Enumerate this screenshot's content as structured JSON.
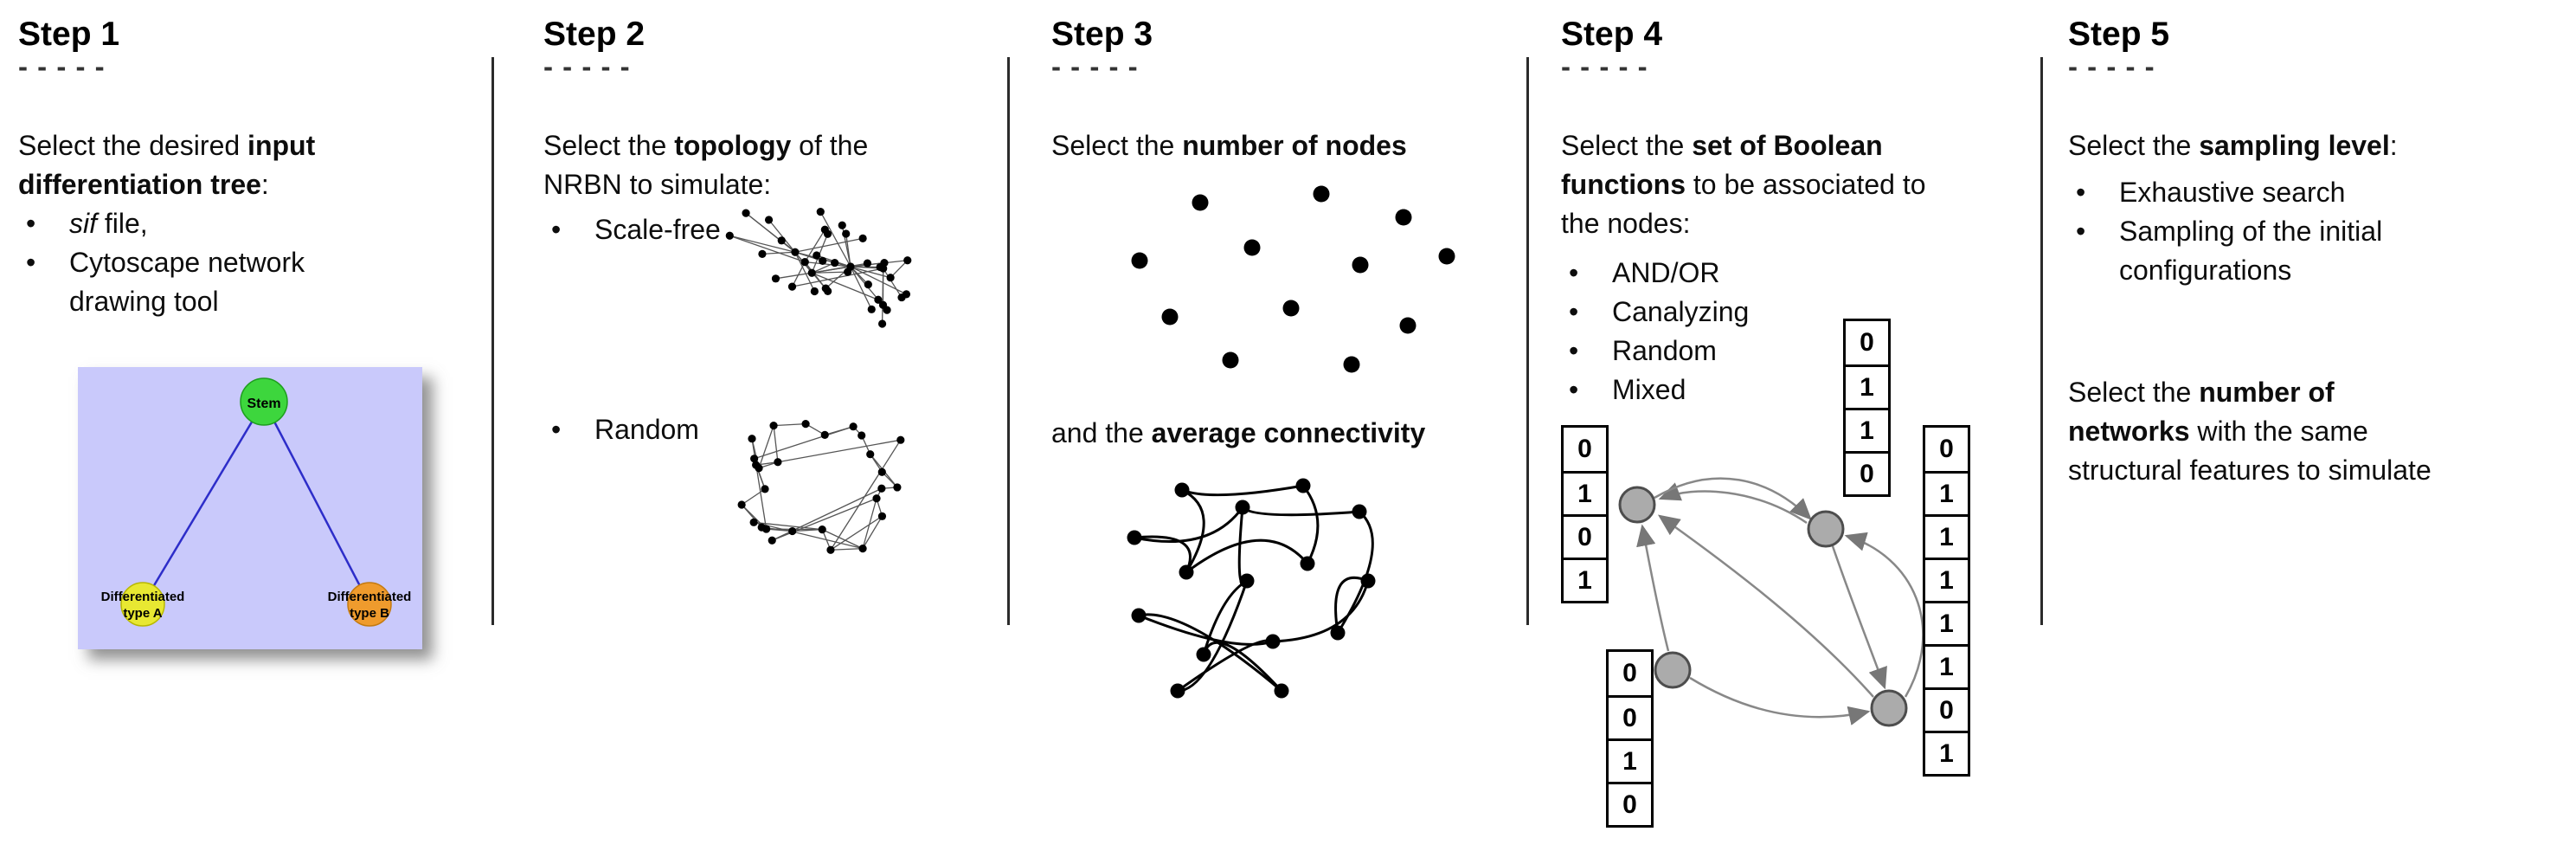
{
  "ui": {
    "bullet": "•"
  },
  "steps": [
    {
      "title": "Step 1",
      "dashes": "- - - - -",
      "intro": [
        [
          {
            "t": "Select the desired "
          },
          {
            "t": "input",
            "b": 1
          }
        ],
        [
          {
            "t": "differentiation tree",
            "b": 1
          },
          {
            "t": ":"
          }
        ]
      ],
      "bullets": [
        {
          "lines": [
            [
              {
                "t": "sif",
                "i": 1
              },
              {
                "t": " file,"
              }
            ]
          ]
        },
        {
          "lines": [
            [
              {
                "t": "Cytoscape network"
              }
            ],
            [
              {
                "t": "drawing tool"
              }
            ]
          ]
        }
      ],
      "tree": {
        "stem": "Stem",
        "a1": "Differentiated",
        "a2": "type A",
        "b1": "Differentiated",
        "b2": "type B",
        "colors": {
          "bg": "#c9c9fb",
          "stem": "#3dd63d",
          "type_a": "#e8e832",
          "type_b": "#ef9b2d",
          "edge": "#2d2dc9"
        }
      }
    },
    {
      "title": "Step 2",
      "dashes": "- - - - -",
      "intro": [
        [
          {
            "t": "Select the "
          },
          {
            "t": "topology",
            "b": 1
          },
          {
            "t": " of the"
          }
        ],
        [
          {
            "t": "NRBN to simulate:"
          }
        ]
      ],
      "bullets": [
        {
          "lines": [
            [
              {
                "t": "Scale-free"
              }
            ]
          ]
        },
        {
          "lines": [
            [
              {
                "t": "Random"
              }
            ]
          ]
        }
      ]
    },
    {
      "title": "Step 3",
      "dashes": "- - - - -",
      "intro1": [
        [
          {
            "t": "Select the "
          },
          {
            "t": "number of nodes",
            "b": 1
          }
        ]
      ],
      "intro2": [
        [
          {
            "t": "and the "
          },
          {
            "t": "average connectivity",
            "b": 1
          }
        ]
      ]
    },
    {
      "title": "Step 4",
      "dashes": "- - - - -",
      "intro": [
        [
          {
            "t": "Select the "
          },
          {
            "t": "set of Boolean",
            "b": 1
          }
        ],
        [
          {
            "t": "functions",
            "b": 1
          },
          {
            "t": " to be associated to"
          }
        ],
        [
          {
            "t": "the nodes:"
          }
        ]
      ],
      "bullets": [
        {
          "lines": [
            [
              {
                "t": "AND/OR"
              }
            ]
          ]
        },
        {
          "lines": [
            [
              {
                "t": "Canalyzing"
              }
            ]
          ]
        },
        {
          "lines": [
            [
              {
                "t": "Random"
              }
            ]
          ]
        },
        {
          "lines": [
            [
              {
                "t": "Mixed"
              }
            ]
          ]
        }
      ],
      "truth_tables": {
        "left": [
          "0",
          "1",
          "0",
          "1"
        ],
        "top": [
          "0",
          "1",
          "1",
          "0"
        ],
        "right": [
          "0",
          "1",
          "1",
          "1",
          "1",
          "1",
          "0",
          "1"
        ],
        "bottom_left": [
          "0",
          "0",
          "1",
          "0"
        ]
      },
      "node_color": "#ababab"
    },
    {
      "title": "Step 5",
      "dashes": "- - - - -",
      "intro": [
        [
          {
            "t": "Select the "
          },
          {
            "t": "sampling level",
            "b": 1
          },
          {
            "t": ":"
          }
        ]
      ],
      "bullets": [
        {
          "lines": [
            [
              {
                "t": "Exhaustive search"
              }
            ]
          ]
        },
        {
          "lines": [
            [
              {
                "t": "Sampling of the initial"
              }
            ],
            [
              {
                "t": "configurations"
              }
            ]
          ]
        }
      ],
      "second": [
        [
          {
            "t": "Select the "
          },
          {
            "t": "number of",
            "b": 1
          }
        ],
        [
          {
            "t": "networks",
            "b": 1
          },
          {
            "t": " with the same"
          }
        ],
        [
          {
            "t": "structural features to simulate"
          }
        ]
      ]
    }
  ]
}
